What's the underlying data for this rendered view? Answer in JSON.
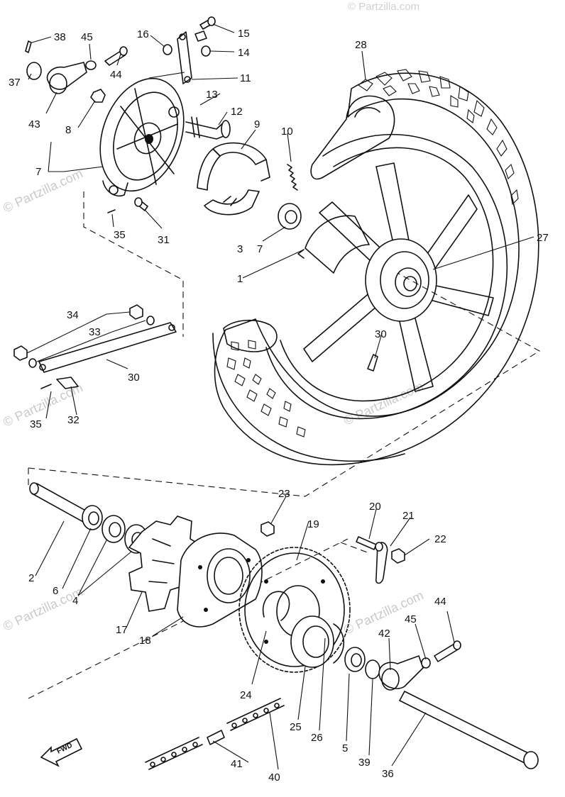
{
  "diagram": {
    "watermarks": [
      "© Partzilla.com",
      "© Partzilla.com",
      "© Partzilla.com",
      "© Partzilla.com",
      "© Partzilla.com",
      "© Partzilla.com"
    ],
    "fwd_label": "FWD",
    "labels": {
      "p38": "38",
      "p45a": "45",
      "p16": "16",
      "p15": "15",
      "p14": "14",
      "p44a": "44",
      "p11": "11",
      "p37": "37",
      "p13": "13",
      "p12": "12",
      "p43": "43",
      "p8": "8",
      "p9": "9",
      "p10": "10",
      "p28": "28",
      "p7a": "7",
      "p35a": "35",
      "p31": "31",
      "p3": "3",
      "p7b": "7",
      "p27": "27",
      "p1": "1",
      "p34": "34",
      "p33": "33",
      "p30a": "30",
      "p30b": "30",
      "p35b": "35",
      "p32": "32",
      "p23": "23",
      "p20": "20",
      "p21": "21",
      "p19": "19",
      "p22": "22",
      "p2": "2",
      "p6": "6",
      "p4": "4",
      "p17": "17",
      "p18": "18",
      "p44b": "44",
      "p45b": "45",
      "p42": "42",
      "p24": "24",
      "p25": "25",
      "p26": "26",
      "p5": "5",
      "p39": "39",
      "p36": "36",
      "p41": "41",
      "p40": "40"
    }
  }
}
